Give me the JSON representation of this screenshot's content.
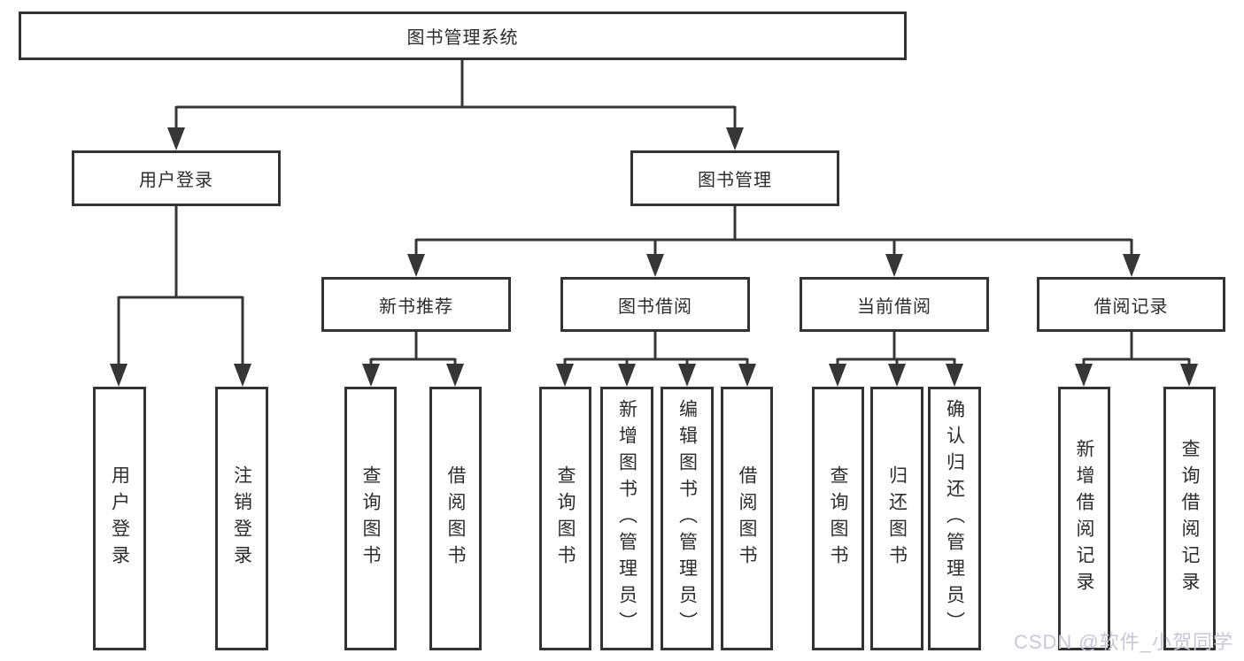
{
  "diagram": {
    "type": "tree-structure-chart",
    "colors": {
      "line": "#363636",
      "border": "#333333",
      "text": "#2d2d2d",
      "background": "#ffffff",
      "watermark": "#c7c7d8"
    },
    "nodes": {
      "root": {
        "label": "图书管理系统"
      },
      "user_login": {
        "label": "用户登录"
      },
      "book_mgmt": {
        "label": "图书管理"
      },
      "new_book_rec": {
        "label": "新书推荐"
      },
      "book_borrow": {
        "label": "图书借阅"
      },
      "current_borrow": {
        "label": "当前借阅"
      },
      "borrow_record": {
        "label": "借阅记录"
      },
      "leaf_user_login": {
        "label": "用户登录"
      },
      "leaf_logout": {
        "label": "注销登录"
      },
      "leaf_rec_query": {
        "label": "查询图书"
      },
      "leaf_rec_borrow": {
        "label": "借阅图书"
      },
      "leaf_bb_query": {
        "label": "查询图书"
      },
      "leaf_bb_add": {
        "label": "新增图书（管理员）"
      },
      "leaf_bb_edit": {
        "label": "编辑图书（管理员）"
      },
      "leaf_bb_borrow": {
        "label": "借阅图书"
      },
      "leaf_cb_query": {
        "label": "查询图书"
      },
      "leaf_cb_return": {
        "label": "归还图书"
      },
      "leaf_cb_confirm": {
        "label": "确认归还（管理员）"
      },
      "leaf_br_add": {
        "label": "新增借阅记录"
      },
      "leaf_br_query": {
        "label": "查询借阅记录"
      }
    },
    "watermark": {
      "label": "CSDN @软件_小贺同学"
    }
  }
}
